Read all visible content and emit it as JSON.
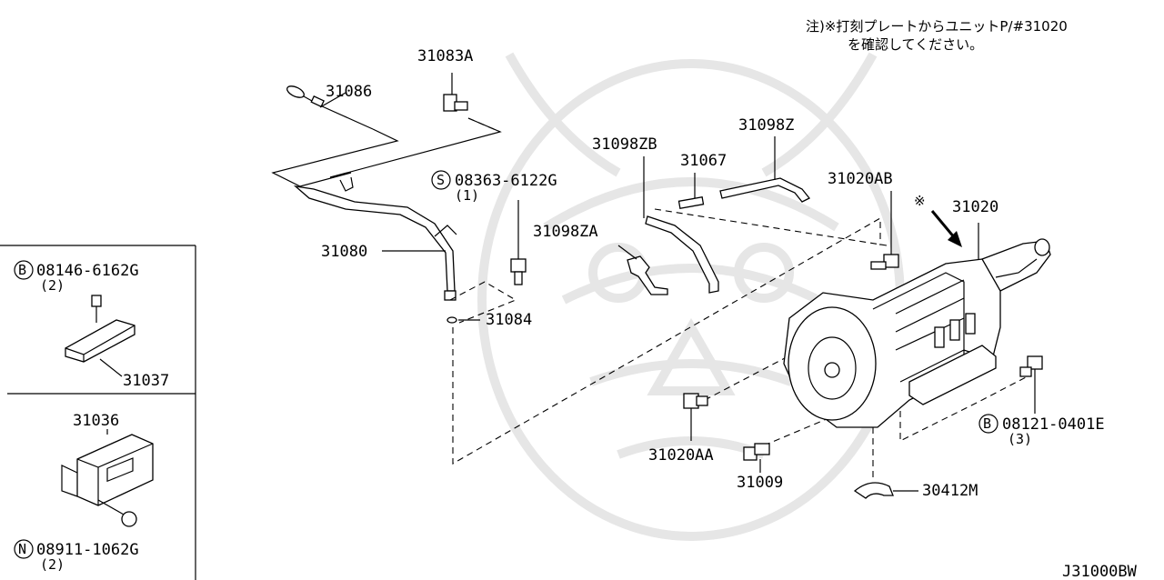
{
  "note": {
    "line1": "注)※打刻プレートからユニットP/#31020",
    "line2": "を確認してください。"
  },
  "labels": {
    "p31083A": "31083A",
    "p31086": "31086",
    "p31080": "31080",
    "p31084": "31084",
    "p08363": "08363-6122G",
    "p08363_qty": "(1)",
    "p31098ZB": "31098ZB",
    "p31067": "31067",
    "p31098Z": "31098Z",
    "p31098ZA": "31098ZA",
    "p31020AB": "31020AB",
    "p31020": "31020",
    "p08121": "08121-0401E",
    "p08121_qty": "(3)",
    "p31020AA": "31020AA",
    "p31009": "31009",
    "p30412M": "30412M",
    "p08146": "08146-6162G",
    "p08146_qty": "(2)",
    "p31037": "31037",
    "p31036": "31036",
    "p08911": "08911-1062G",
    "p08911_qty": "(2)"
  },
  "prefixes": {
    "S": "S",
    "B": "B",
    "N": "N"
  },
  "mark": "※",
  "diagram_code": "J31000BW"
}
